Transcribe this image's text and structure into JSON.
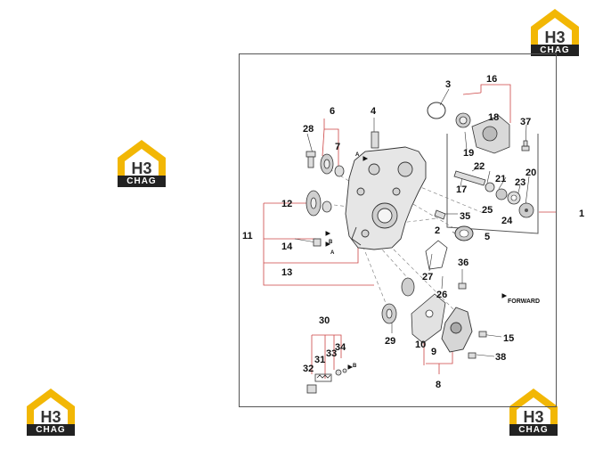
{
  "brand": {
    "logo_text": "CHAG",
    "logo_letters": "H3",
    "accent": "#f2b705",
    "dark": "#222222"
  },
  "callouts": [
    "1",
    "2",
    "3",
    "4",
    "5",
    "6",
    "7",
    "8",
    "9",
    "10",
    "11",
    "12",
    "13",
    "14",
    "15",
    "16",
    "17",
    "18",
    "19",
    "20",
    "21",
    "22",
    "23",
    "24",
    "25",
    "26",
    "27",
    "28",
    "29",
    "30",
    "31",
    "32",
    "33",
    "34",
    "35",
    "36",
    "37",
    "38"
  ],
  "markers": {
    "a": "A",
    "b": "B"
  },
  "forward_label": "FORWARD"
}
